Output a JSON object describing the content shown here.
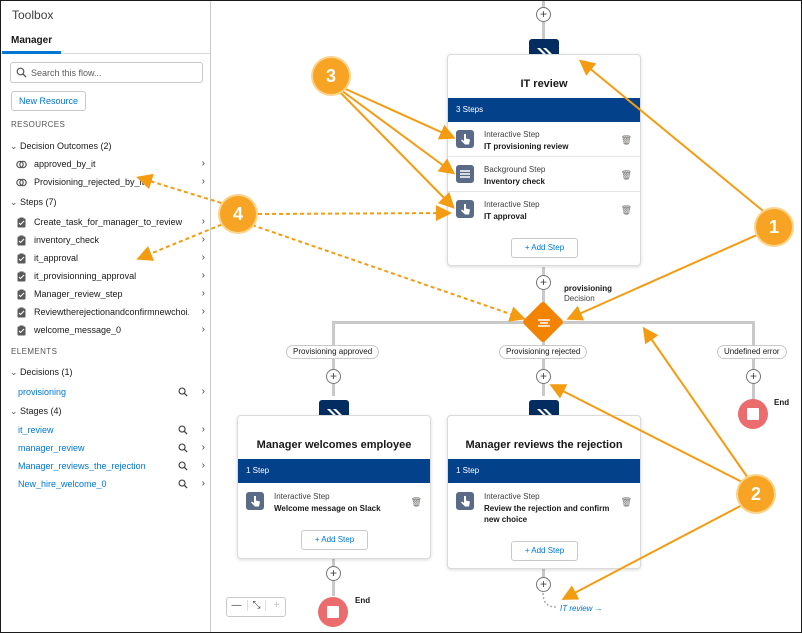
{
  "toolbox": {
    "title": "Toolbox",
    "tab": "Manager",
    "search_placeholder": "Search this flow...",
    "new_resource_label": "New Resource",
    "resources_heading": "RESOURCES",
    "decision_outcomes_group": "Decision Outcomes (2)",
    "decision_outcomes": [
      "approved_by_it",
      "Provisioning_rejected_by_it"
    ],
    "steps_group": "Steps (7)",
    "steps": [
      "Create_task_for_manager_to_review",
      "inventory_check",
      "it_approval",
      "it_provisionning_approval",
      "Manager_review_step",
      "Reviewtherejectionandconfirmnewchoi...",
      "welcome_message_0"
    ],
    "elements_heading": "ELEMENTS",
    "decisions_group": "Decisions (1)",
    "decisions": [
      "provisioning"
    ],
    "stages_group": "Stages (4)",
    "stages": [
      "it_review",
      "manager_review",
      "Manager_reviews_the_rejection",
      "New_hire_welcome_0"
    ]
  },
  "canvas": {
    "it_review": {
      "title": "IT review",
      "steps_count": "3 Steps",
      "steps": [
        {
          "type": "Interactive Step",
          "name": "IT provisioning review"
        },
        {
          "type": "Background Step",
          "name": "Inventory check"
        },
        {
          "type": "Interactive Step",
          "name": "IT approval"
        }
      ],
      "add_step": "Add Step"
    },
    "decision": {
      "name": "provisioning",
      "type": "Decision"
    },
    "outcomes": [
      "Provisioning approved",
      "Provisioning rejected",
      "Undefined error"
    ],
    "manager_welcomes": {
      "title": "Manager welcomes employee",
      "steps_count": "1 Step",
      "step_type": "Interactive Step",
      "step_name": "Welcome message on Slack",
      "add_step": "Add Step"
    },
    "manager_reviews": {
      "title": "Manager reviews the rejection",
      "steps_count": "1 Step",
      "step_type": "Interactive Step",
      "step_name": "Review the rejection and confirm new choice",
      "add_step": "Add Step"
    },
    "end_label": "End",
    "goto_label": "IT review →",
    "zoom": {
      "out": "—",
      "fit": "⤡",
      "in": "+"
    }
  },
  "callouts": [
    "1",
    "2",
    "3",
    "4"
  ],
  "colors": {
    "accent": "#0176d3",
    "stage_band": "#04418b",
    "decision": "#f38303",
    "end": "#ea6c6c",
    "callout": "#f7a425"
  }
}
